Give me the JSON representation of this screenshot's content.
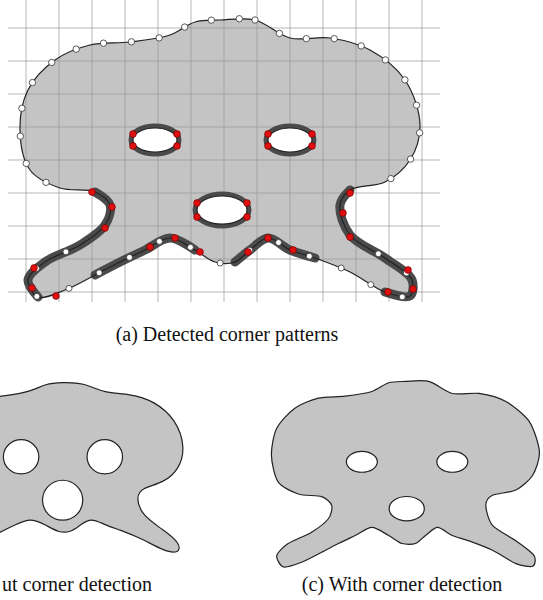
{
  "diagram": {
    "labels": [
      "(a) Detected corner patterns",
      "ut corner detection",
      "(c) With corner detection"
    ]
  }
}
